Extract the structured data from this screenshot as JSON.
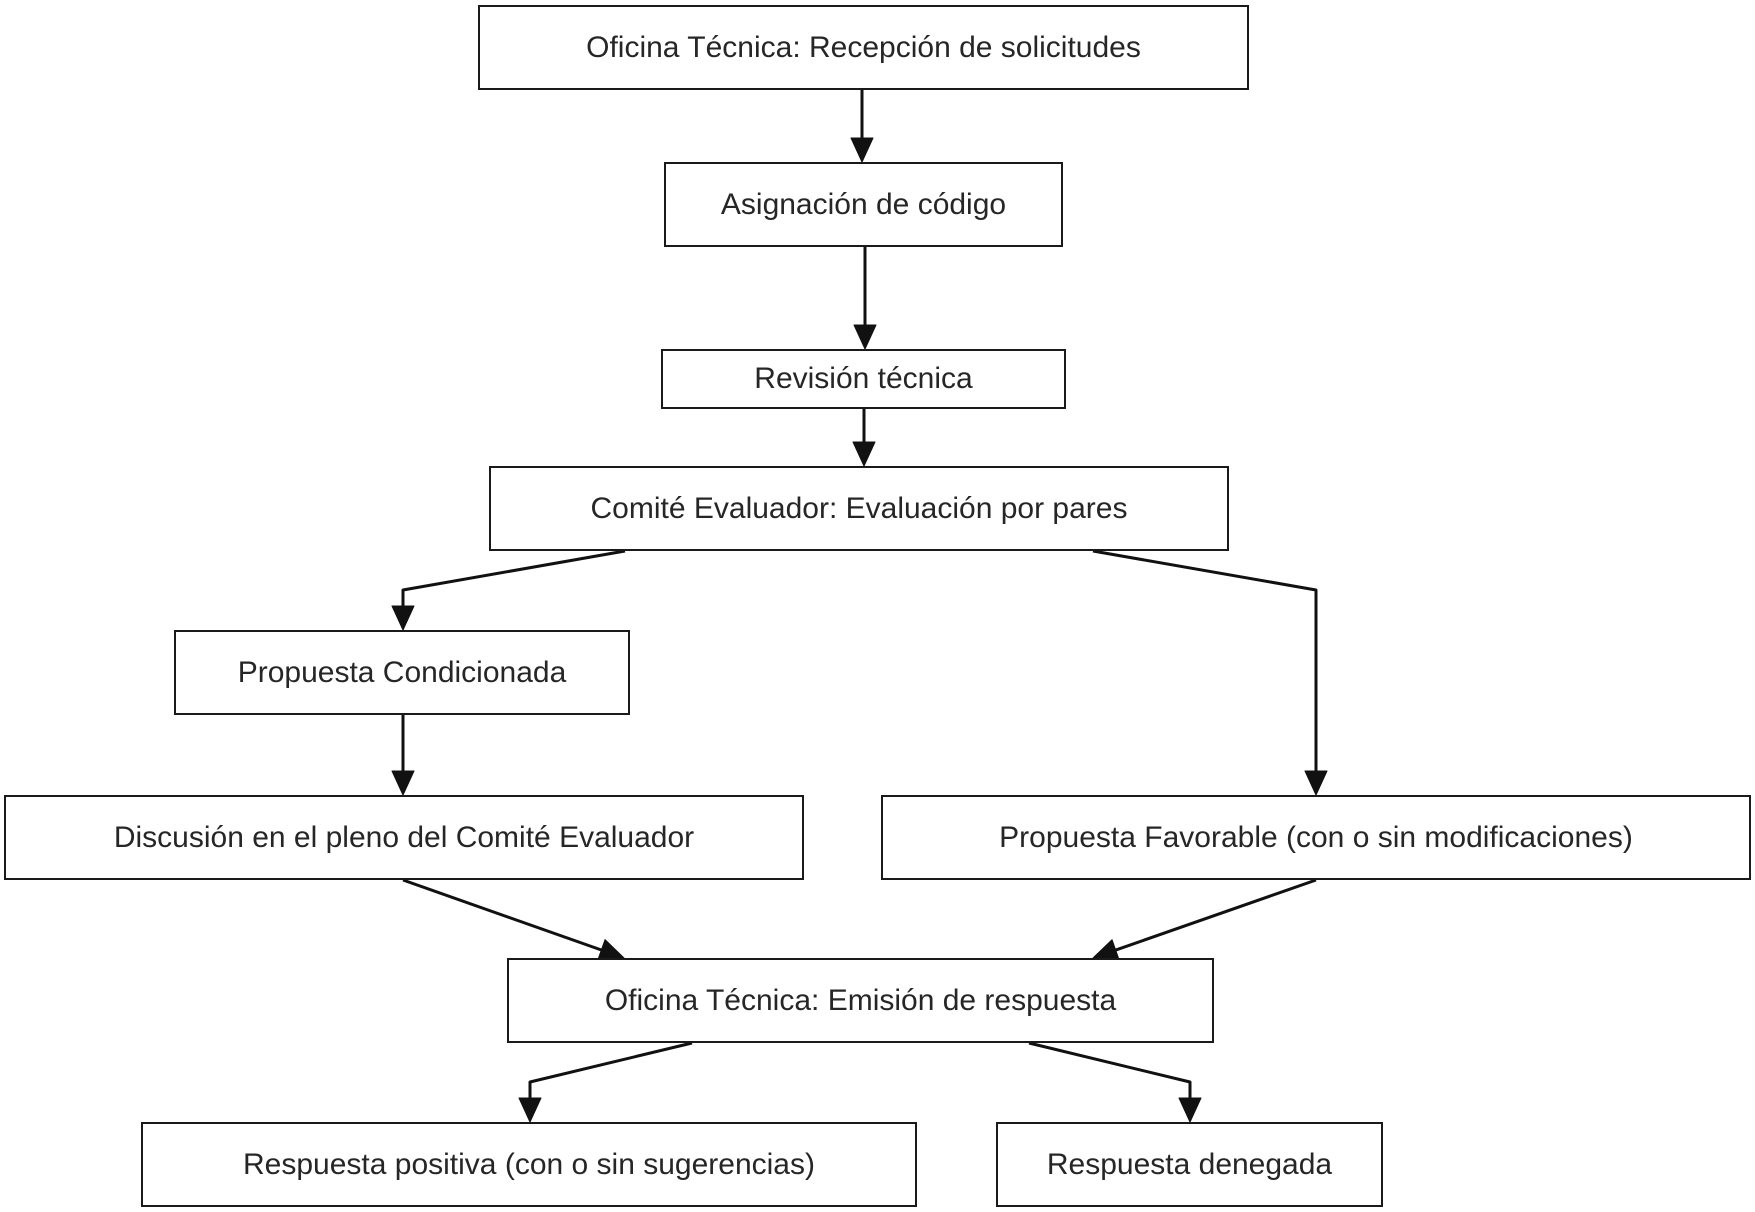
{
  "nodes": {
    "recepcion": "Oficina Técnica: Recepción de solicitudes",
    "asignacion": "Asignación de código",
    "revision": "Revisión técnica",
    "comite": "Comité Evaluador: Evaluación por pares",
    "condicionada": "Propuesta Condicionada",
    "discusion": "Discusión en el pleno del Comité Evaluador",
    "favorable": "Propuesta Favorable (con o sin modificaciones)",
    "emision": "Oficina Técnica: Emisión de respuesta",
    "positiva": "Respuesta positiva (con o sin sugerencias)",
    "denegada": "Respuesta denegada"
  },
  "edges": [
    {
      "from": "recepcion",
      "to": "asignacion"
    },
    {
      "from": "asignacion",
      "to": "revision"
    },
    {
      "from": "revision",
      "to": "comite"
    },
    {
      "from": "comite",
      "to": "condicionada"
    },
    {
      "from": "comite",
      "to": "favorable"
    },
    {
      "from": "condicionada",
      "to": "discusion"
    },
    {
      "from": "discusion",
      "to": "emision"
    },
    {
      "from": "favorable",
      "to": "emision"
    },
    {
      "from": "emision",
      "to": "positiva"
    },
    {
      "from": "emision",
      "to": "denegada"
    }
  ],
  "colors": {
    "stroke": "#1a1a1a",
    "text": "#262626",
    "background": "#ffffff"
  }
}
